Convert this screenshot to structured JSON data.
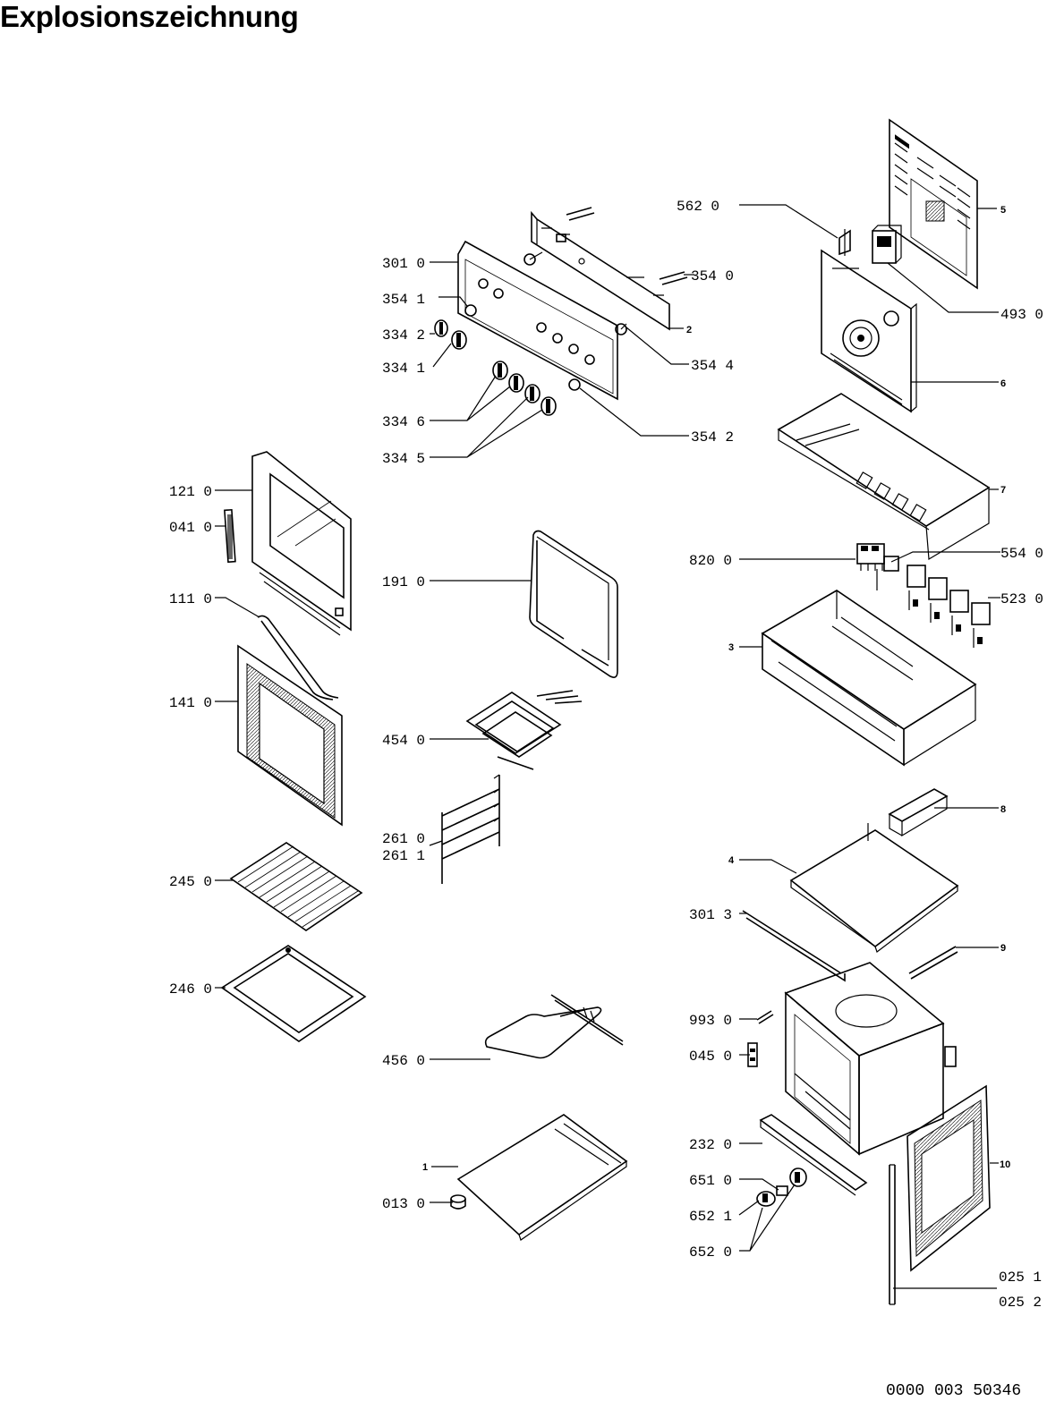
{
  "title": "Explosionszeichnung",
  "footer_code": "0000 003 50346",
  "labels": {
    "l5620": "562 0",
    "l5": "5",
    "l3010": "301 0",
    "l3540": "354 0",
    "l3541": "354 1",
    "l4930": "493 0",
    "l3342": "334 2",
    "l2": "2",
    "l3341": "334 1",
    "l3544": "354 4",
    "l6": "6",
    "l3346": "334 6",
    "l3542": "354 2",
    "l3345": "334 5",
    "l7": "7",
    "l1210": "121 0",
    "l0410": "041 0",
    "l1910": "191 0",
    "l8200": "820 0",
    "l5540": "554 0",
    "l1110": "111 0",
    "l5230": "523 0",
    "l3": "3",
    "l1410": "141 0",
    "l4540": "454 0",
    "l8": "8",
    "l2610": "261 0",
    "l2611": "261 1",
    "l4": "4",
    "l2450": "245 0",
    "l3013": "301 3",
    "l9": "9",
    "l2460": "246 0",
    "l9930": "993 0",
    "l0450": "045 0",
    "l4560": "456 0",
    "l2320": "232 0",
    "l10": "10",
    "l1": "1",
    "l6510": "651 0",
    "l0130": "013 0",
    "l6521": "652 1",
    "l6520": "652 0",
    "l0251": "025 1",
    "l0252": "025 2"
  }
}
